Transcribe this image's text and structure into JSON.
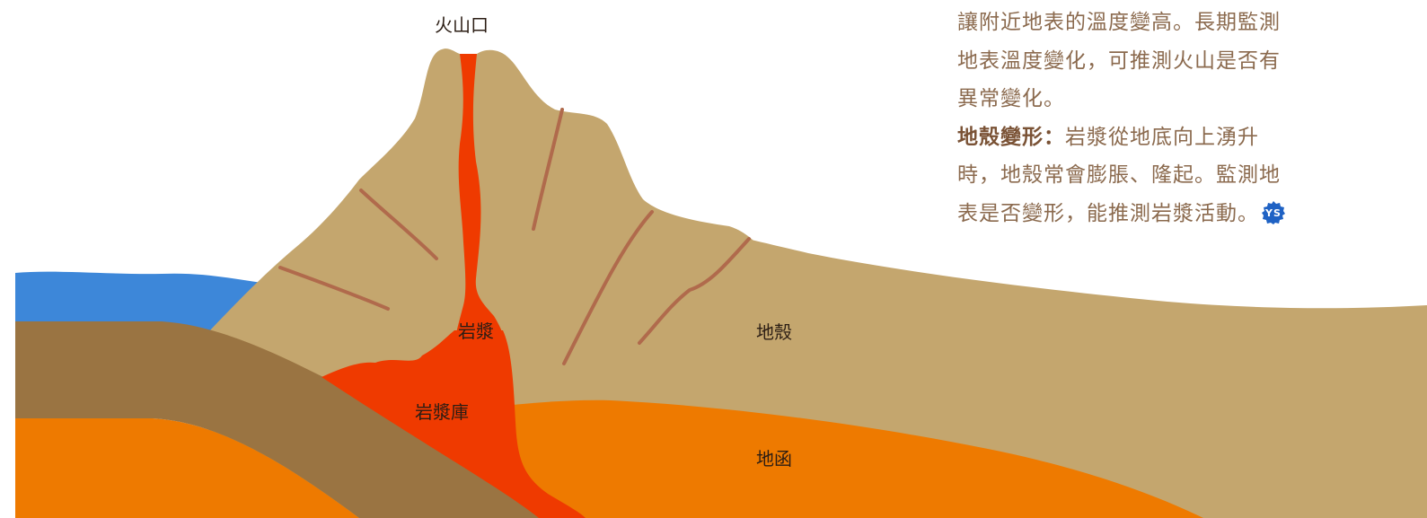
{
  "labels": {
    "crater": "火山口",
    "magma": "岩漿",
    "magma_chamber": "岩漿庫",
    "crust": "地殼",
    "mantle": "地函"
  },
  "text_panel": {
    "paragraph1": "讓附近地表的溫度變高。長期監測地表溫度變化，可推測火山是否有異常變化。",
    "paragraph2_term": "地殼變形：",
    "paragraph2_body": "岩漿從地底向上湧升時，地殼常會膨脹、隆起。監測地表是否變形，能推測岩漿活動。",
    "badge_text": "YS"
  },
  "colors": {
    "water": "#3d87d9",
    "crust_tan": "#c4a66e",
    "lower_crust_brown": "#9a7442",
    "mantle_orange": "#ee7a00",
    "magma_red": "#ef3a00",
    "fissure": "#b06a4c",
    "text_brown": "#8b6a4e",
    "badge_blue": "#1f62c4"
  }
}
